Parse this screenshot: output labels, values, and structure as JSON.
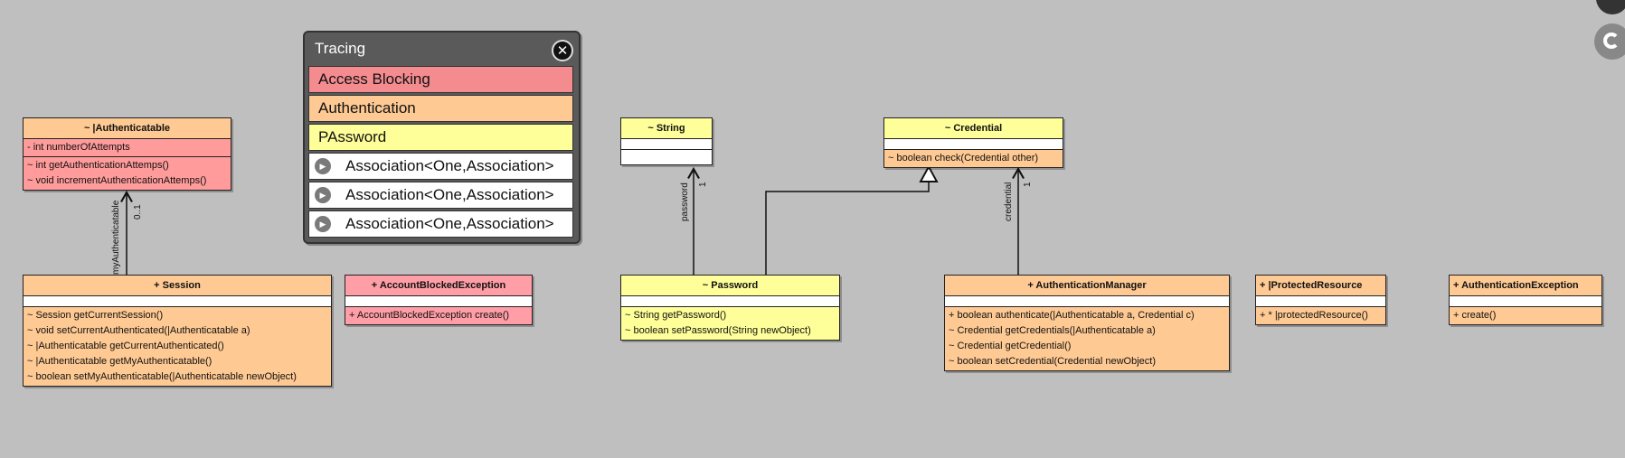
{
  "tracing": {
    "title": "Tracing",
    "items": [
      {
        "label": "Access Blocking"
      },
      {
        "label": "Authentication"
      },
      {
        "label": "PAssword"
      },
      {
        "label": "Association<One,Association>"
      },
      {
        "label": "Association<One,Association>"
      },
      {
        "label": "Association<One,Association>"
      }
    ]
  },
  "classes": {
    "authenticatable": {
      "title": "~   |Authenticatable",
      "attrs": [
        "- int numberOfAttempts"
      ],
      "ops": [
        "~ int getAuthenticationAttemps()",
        "~ void incrementAuthenticationAttemps()"
      ]
    },
    "session": {
      "title": "+   Session",
      "ops": [
        "~ Session getCurrentSession()",
        "~ void setCurrentAuthenticated(|Authenticatable a)",
        "~ |Authenticatable getCurrentAuthenticated()",
        "~ |Authenticatable getMyAuthenticatable()",
        "~ boolean setMyAuthenticatable(|Authenticatable newObject)"
      ]
    },
    "account_blocked": {
      "title": "+   AccountBlockedException",
      "ops": [
        "+ AccountBlockedException create()"
      ]
    },
    "string": {
      "title": "~   String"
    },
    "password": {
      "title": "~   Password",
      "ops": [
        "~ String getPassword()",
        "~ boolean setPassword(String newObject)"
      ]
    },
    "credential": {
      "title": "~   Credential",
      "ops": [
        "~ boolean check(Credential other)"
      ]
    },
    "auth_manager": {
      "title": "+   AuthenticationManager",
      "ops": [
        "+ boolean authenticate(|Authenticatable a, Credential c)",
        "~ Credential getCredentials(|Authenticatable a)",
        "~ Credential getCredential()",
        "~ boolean setCredential(Credential newObject)"
      ]
    },
    "protected_resource": {
      "title": "+   |ProtectedResource",
      "ops": [
        "+ * |protectedResource()"
      ]
    },
    "auth_exception": {
      "title": "+   AuthenticationException",
      "ops": [
        "+ create()"
      ]
    }
  },
  "associations": {
    "session_auth": {
      "role": "myAuthenticatable",
      "mult": "0..1"
    },
    "password_string": {
      "role": "password",
      "mult": "1"
    },
    "manager_credential": {
      "role": "credential",
      "mult": "1"
    }
  },
  "colors": {
    "background": "#bfbfbf",
    "orange": "#fec993",
    "yellow": "#ffff99",
    "pink": "#ff9ea6"
  }
}
